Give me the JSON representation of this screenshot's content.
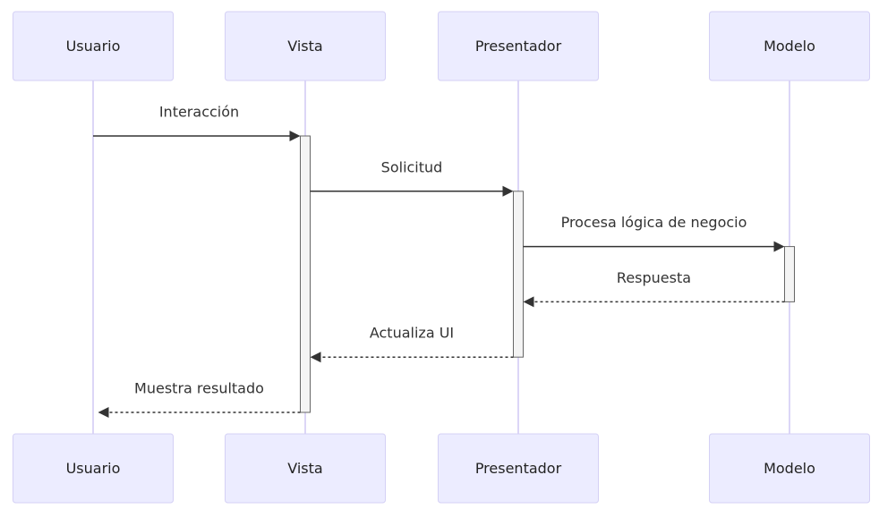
{
  "diagram": {
    "type": "sequence",
    "participants": [
      {
        "id": "usuario",
        "label": "Usuario"
      },
      {
        "id": "vista",
        "label": "Vista"
      },
      {
        "id": "presentador",
        "label": "Presentador"
      },
      {
        "id": "modelo",
        "label": "Modelo"
      }
    ],
    "messages": [
      {
        "from": "usuario",
        "to": "vista",
        "label": "Interacción",
        "style": "solid"
      },
      {
        "from": "vista",
        "to": "presentador",
        "label": "Solicitud",
        "style": "solid"
      },
      {
        "from": "presentador",
        "to": "modelo",
        "label": "Procesa lógica de negocio",
        "style": "solid"
      },
      {
        "from": "modelo",
        "to": "presentador",
        "label": "Respuesta",
        "style": "dashed"
      },
      {
        "from": "presentador",
        "to": "vista",
        "label": "Actualiza UI",
        "style": "dashed"
      },
      {
        "from": "vista",
        "to": "usuario",
        "label": "Muestra resultado",
        "style": "dashed"
      }
    ],
    "activations": [
      {
        "participant": "vista",
        "from_message": 0,
        "to_message": 5
      },
      {
        "participant": "presentador",
        "from_message": 1,
        "to_message": 4
      },
      {
        "participant": "modelo",
        "from_message": 2,
        "to_message": 3
      }
    ],
    "colors": {
      "actor_fill": "#ececff",
      "actor_stroke": "#d4d0f5",
      "lifeline": "#dcd6f7",
      "activation_fill": "#f4f4f4",
      "activation_stroke": "#666666",
      "message": "#333333"
    }
  }
}
